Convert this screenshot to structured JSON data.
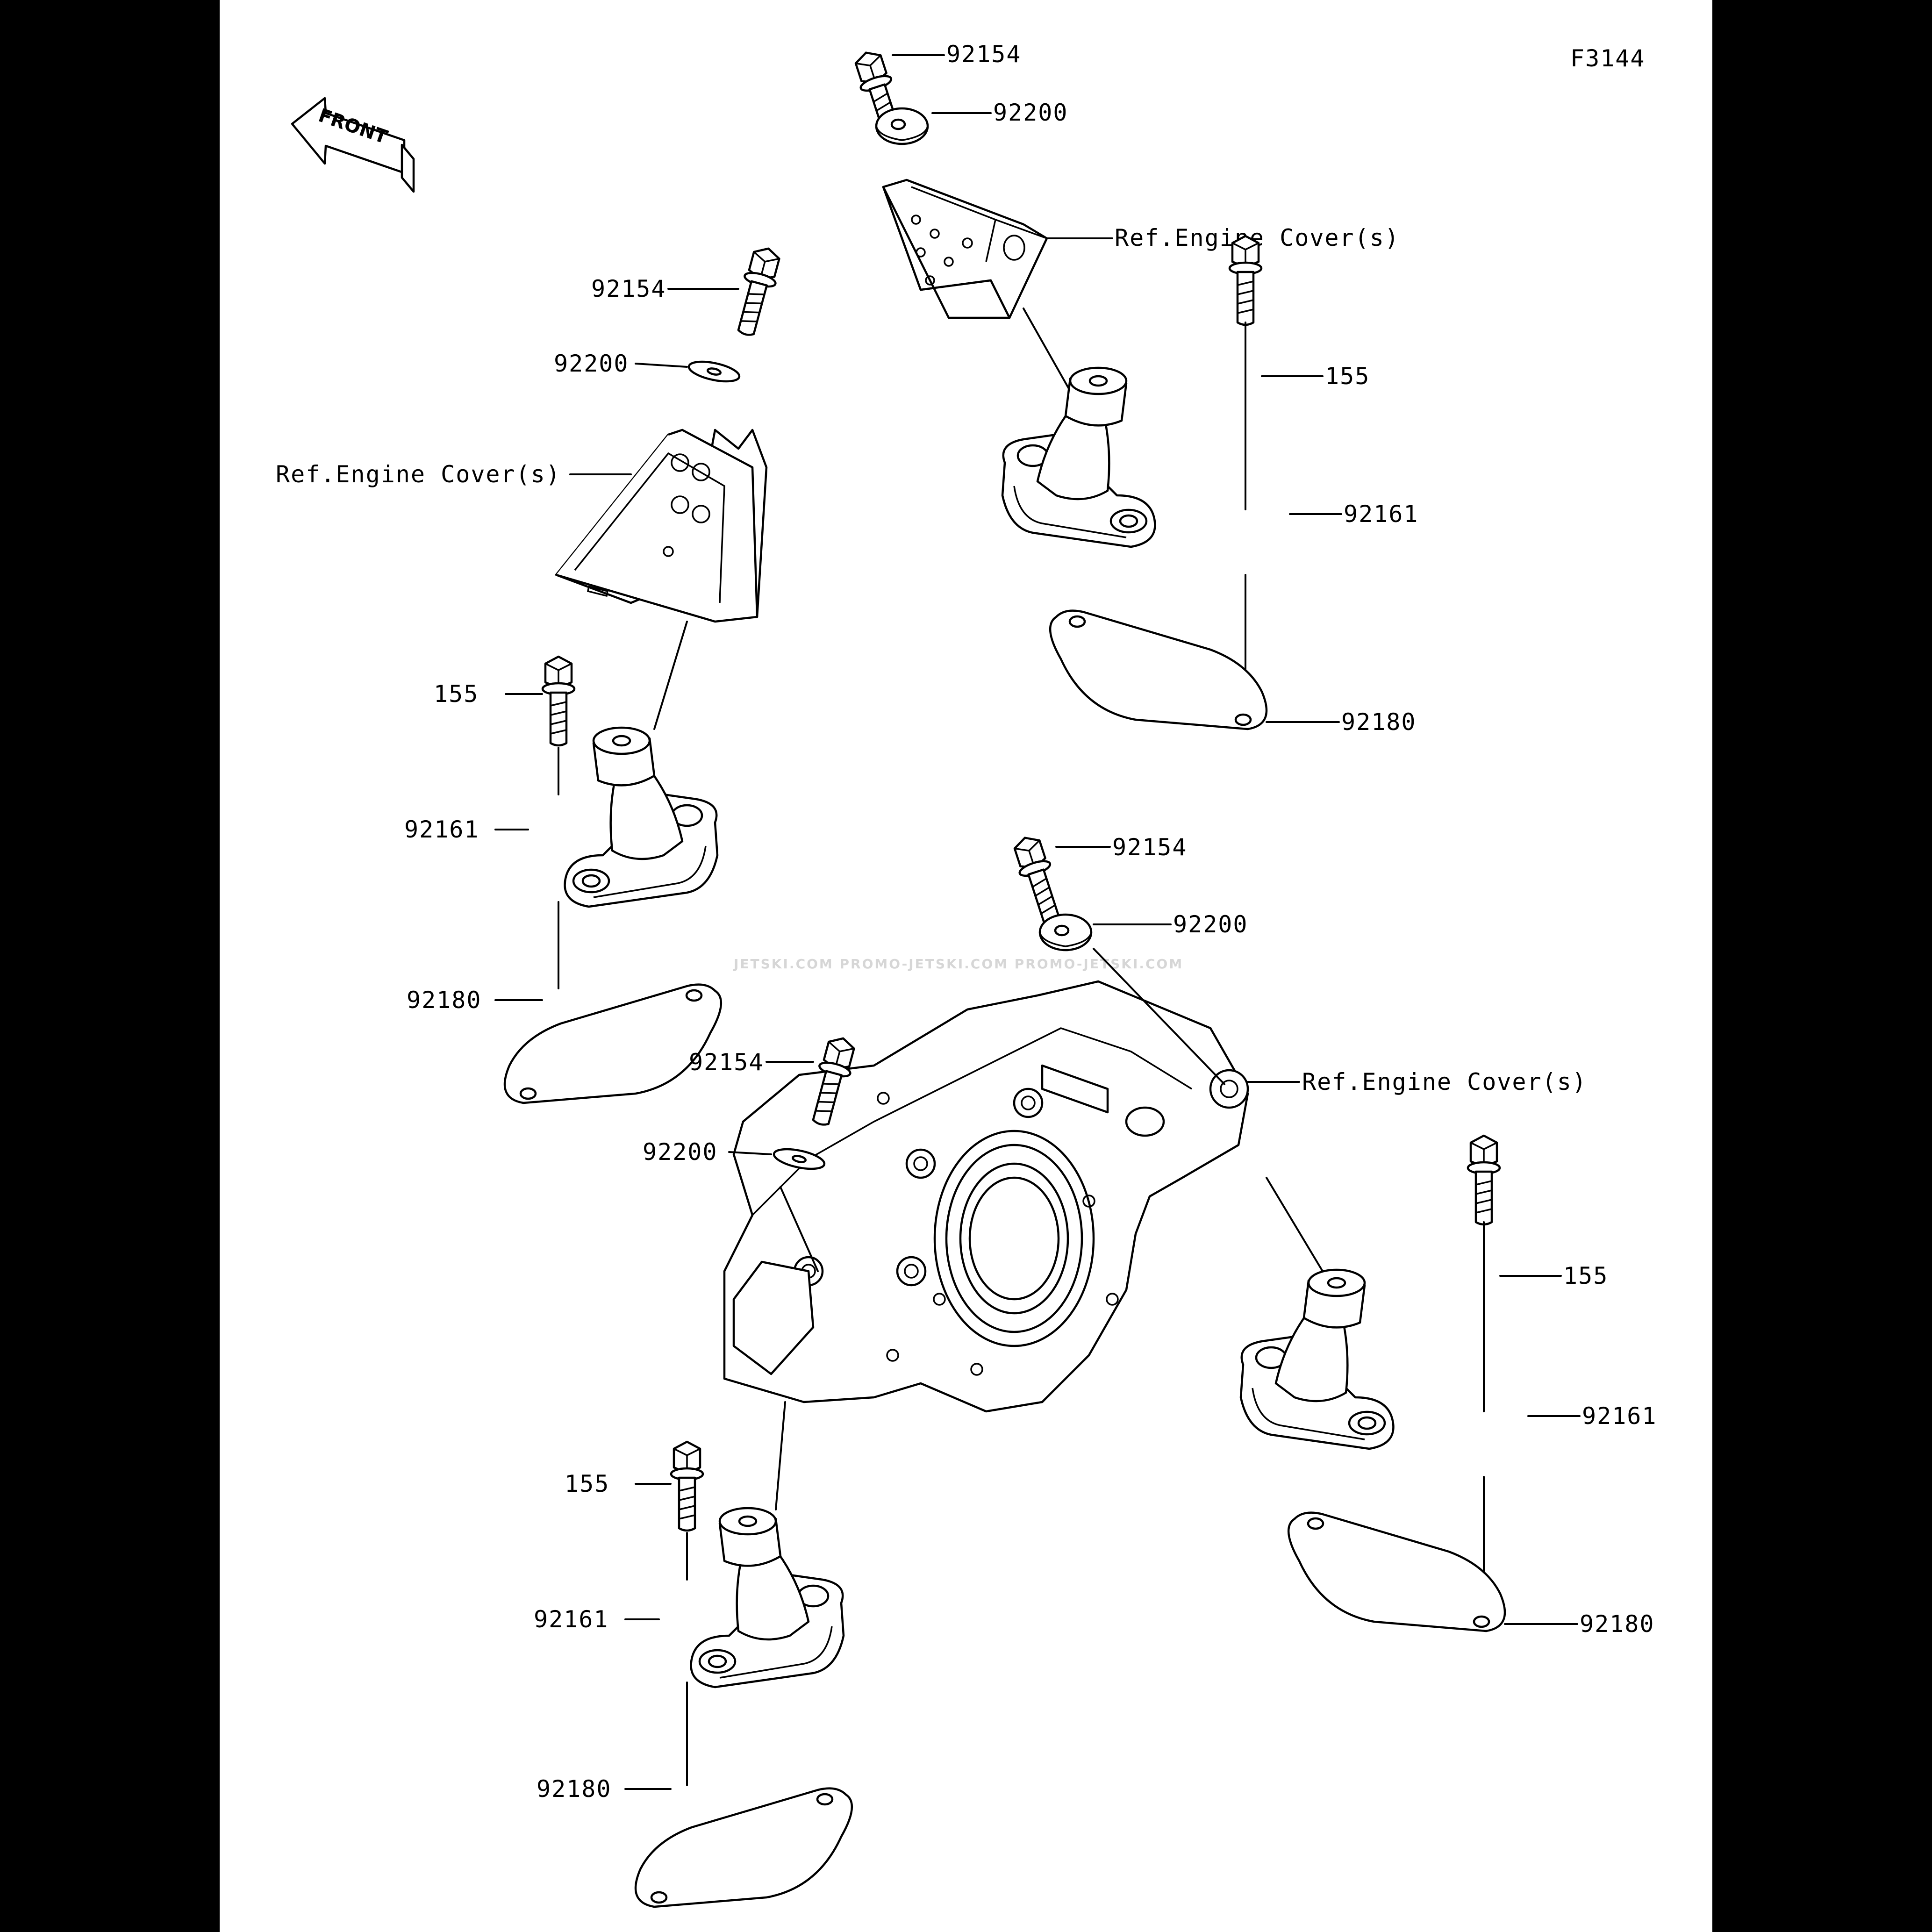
{
  "figure_code": "F3144",
  "front_label": "FRONT",
  "watermark": "JETSKI.COM  PROMO-JETSKI.COM  PROMO-JETSKI.COM",
  "callouts": {
    "tr_bolt": "92154",
    "tr_washer": "92200",
    "tr_bracket": "Ref.Engine Cover(s)",
    "tr_mount_bolt": "155",
    "tr_mount": "92161",
    "tr_shim": "92180",
    "tl_bolt": "92154",
    "tl_washer": "92200",
    "tl_bracket": "Ref.Engine Cover(s)",
    "tl_mount_bolt": "155",
    "tl_mount": "92161",
    "tl_shim": "92180",
    "c_bolt_a": "92154",
    "c_washer_a": "92200",
    "c_cover": "Ref.Engine Cover(s)",
    "c_bolt_b": "92154",
    "c_washer_b": "92200",
    "br_mount_bolt": "155",
    "br_mount": "92161",
    "br_shim": "92180",
    "bl_mount_bolt": "155",
    "bl_mount": "92161",
    "bl_shim": "92180"
  },
  "icons": [
    "front-arrow-icon",
    "bolt-icon",
    "washer-icon",
    "engine-mount-icon",
    "shim-plate-icon",
    "bracket-icon",
    "engine-cover-icon"
  ]
}
